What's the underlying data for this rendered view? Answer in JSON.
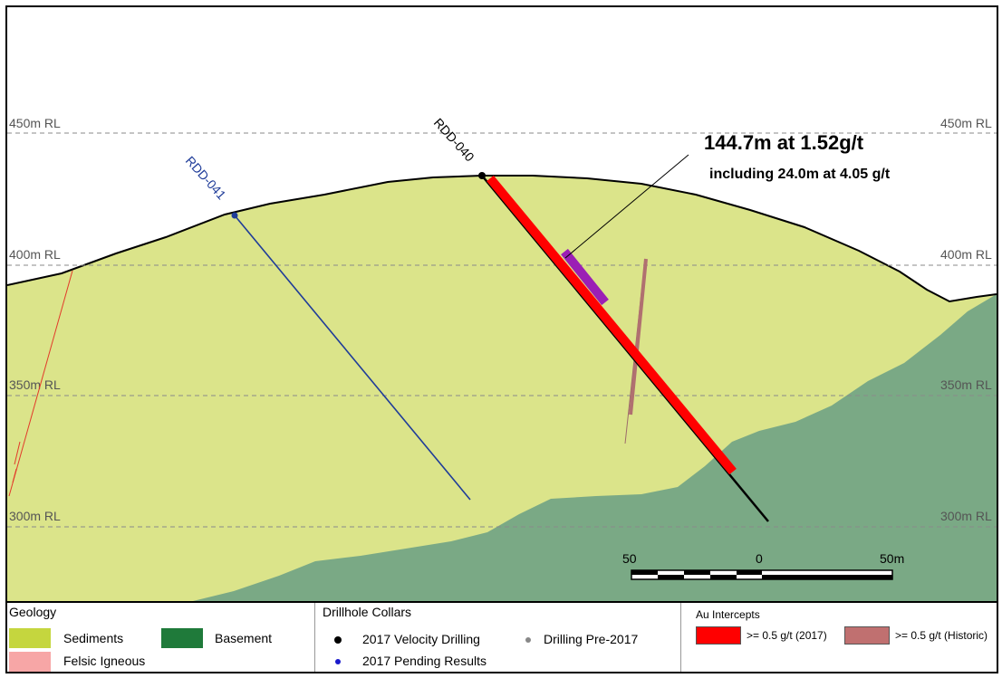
{
  "section": {
    "rl_labels": [
      {
        "level": "450",
        "text": "450m RL"
      },
      {
        "level": "400",
        "text": "400m RL"
      },
      {
        "level": "350",
        "text": "350m RL"
      },
      {
        "level": "300",
        "text": "300m RL"
      }
    ],
    "holes": {
      "rdd040": {
        "label": "RDD-040",
        "color": "#000000"
      },
      "rdd041": {
        "label": "RDD-041",
        "color": "#1f3c99"
      }
    },
    "callout": {
      "headline": "144.7m at 1.52g/t",
      "subline": "including 24.0m at 4.05 g/t"
    },
    "scale_bar": {
      "labels": [
        "50",
        "0",
        "50m"
      ]
    },
    "colors": {
      "sediments": "#dbe48a",
      "basement": "#7aa985",
      "intercept_2017": "#ff0000",
      "intercept_historic": "#b07070",
      "high_grade": "#9b1fb5",
      "felsic": "#f2a0a0"
    }
  },
  "legend": {
    "geology": {
      "title": "Geology",
      "items": [
        {
          "label": "Sediments",
          "color": "#c5d63e"
        },
        {
          "label": "Basement",
          "color": "#1f7a3a"
        },
        {
          "label": "Felsic Igneous",
          "color": "#f7a6a6"
        }
      ]
    },
    "collars": {
      "title": "Drillhole Collars",
      "items": [
        {
          "label": "2017 Velocity Drilling",
          "color": "#000000"
        },
        {
          "label": "Drilling Pre-2017",
          "color": "#888888"
        },
        {
          "label": "2017 Pending Results",
          "color": "#1a1acc"
        }
      ]
    },
    "intercepts": {
      "title": "Au Intercepts",
      "items": [
        {
          "label": ">= 0.5 g/t (2017)",
          "color": "#ff0000"
        },
        {
          "label": ">= 0.5 g/t (Historic)",
          "color": "#c07070"
        }
      ]
    }
  }
}
